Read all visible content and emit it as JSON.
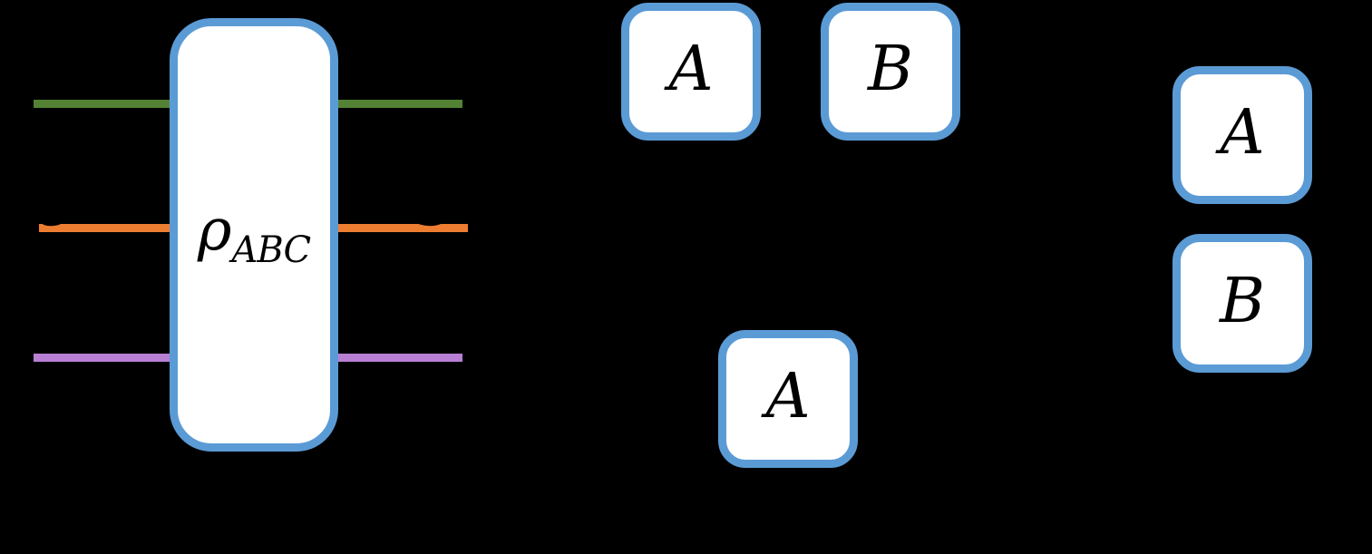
{
  "diagram": {
    "type": "quantum-state-diagram",
    "background_color": "#000000",
    "box_border_color": "#5B9BD5",
    "box_fill_color": "#ffffff",
    "state_box": {
      "label_base": "ρ",
      "label_subscript": "ABC"
    },
    "wires": [
      {
        "name": "wire-top",
        "color": "#548235"
      },
      {
        "name": "wire-middle",
        "color": "#ED7D31"
      },
      {
        "name": "wire-bottom",
        "color": "#B97FD4"
      }
    ],
    "boxes": [
      {
        "id": "top-a",
        "label": "A"
      },
      {
        "id": "top-b",
        "label": "B"
      },
      {
        "id": "bottom-a",
        "label": "A"
      },
      {
        "id": "right-a",
        "label": "A"
      },
      {
        "id": "right-b",
        "label": "B"
      }
    ]
  }
}
